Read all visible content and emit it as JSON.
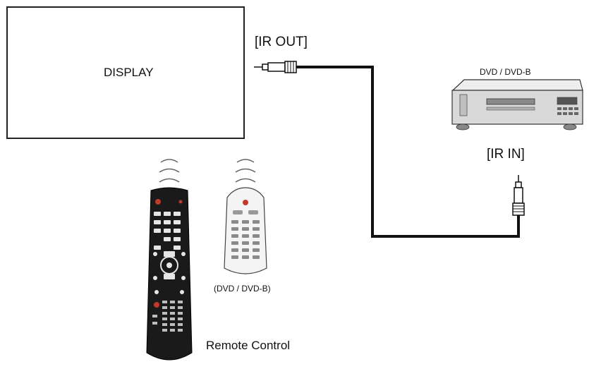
{
  "labels": {
    "display": "DISPLAY",
    "ir_out": "[IR OUT]",
    "ir_in": "[IR IN]",
    "dvd_player": "DVD / DVD-B",
    "dvd_remote": "(DVD / DVD-B)",
    "remote_control": "Remote Control"
  },
  "colors": {
    "line": "#111111",
    "device_fill": "#d9d9d9",
    "device_dark": "#8a8a8a",
    "remote_dark": "#1a1a1a",
    "remote_light": "#e6e6e6",
    "accent_red": "#c0392b"
  },
  "icons": {
    "ir_signal": "ir-signal-waves-icon",
    "jack": "audio-jack-icon",
    "dvd_player": "dvd-player-icon",
    "main_remote": "remote-control-icon",
    "dvd_remote": "dvd-remote-icon"
  }
}
